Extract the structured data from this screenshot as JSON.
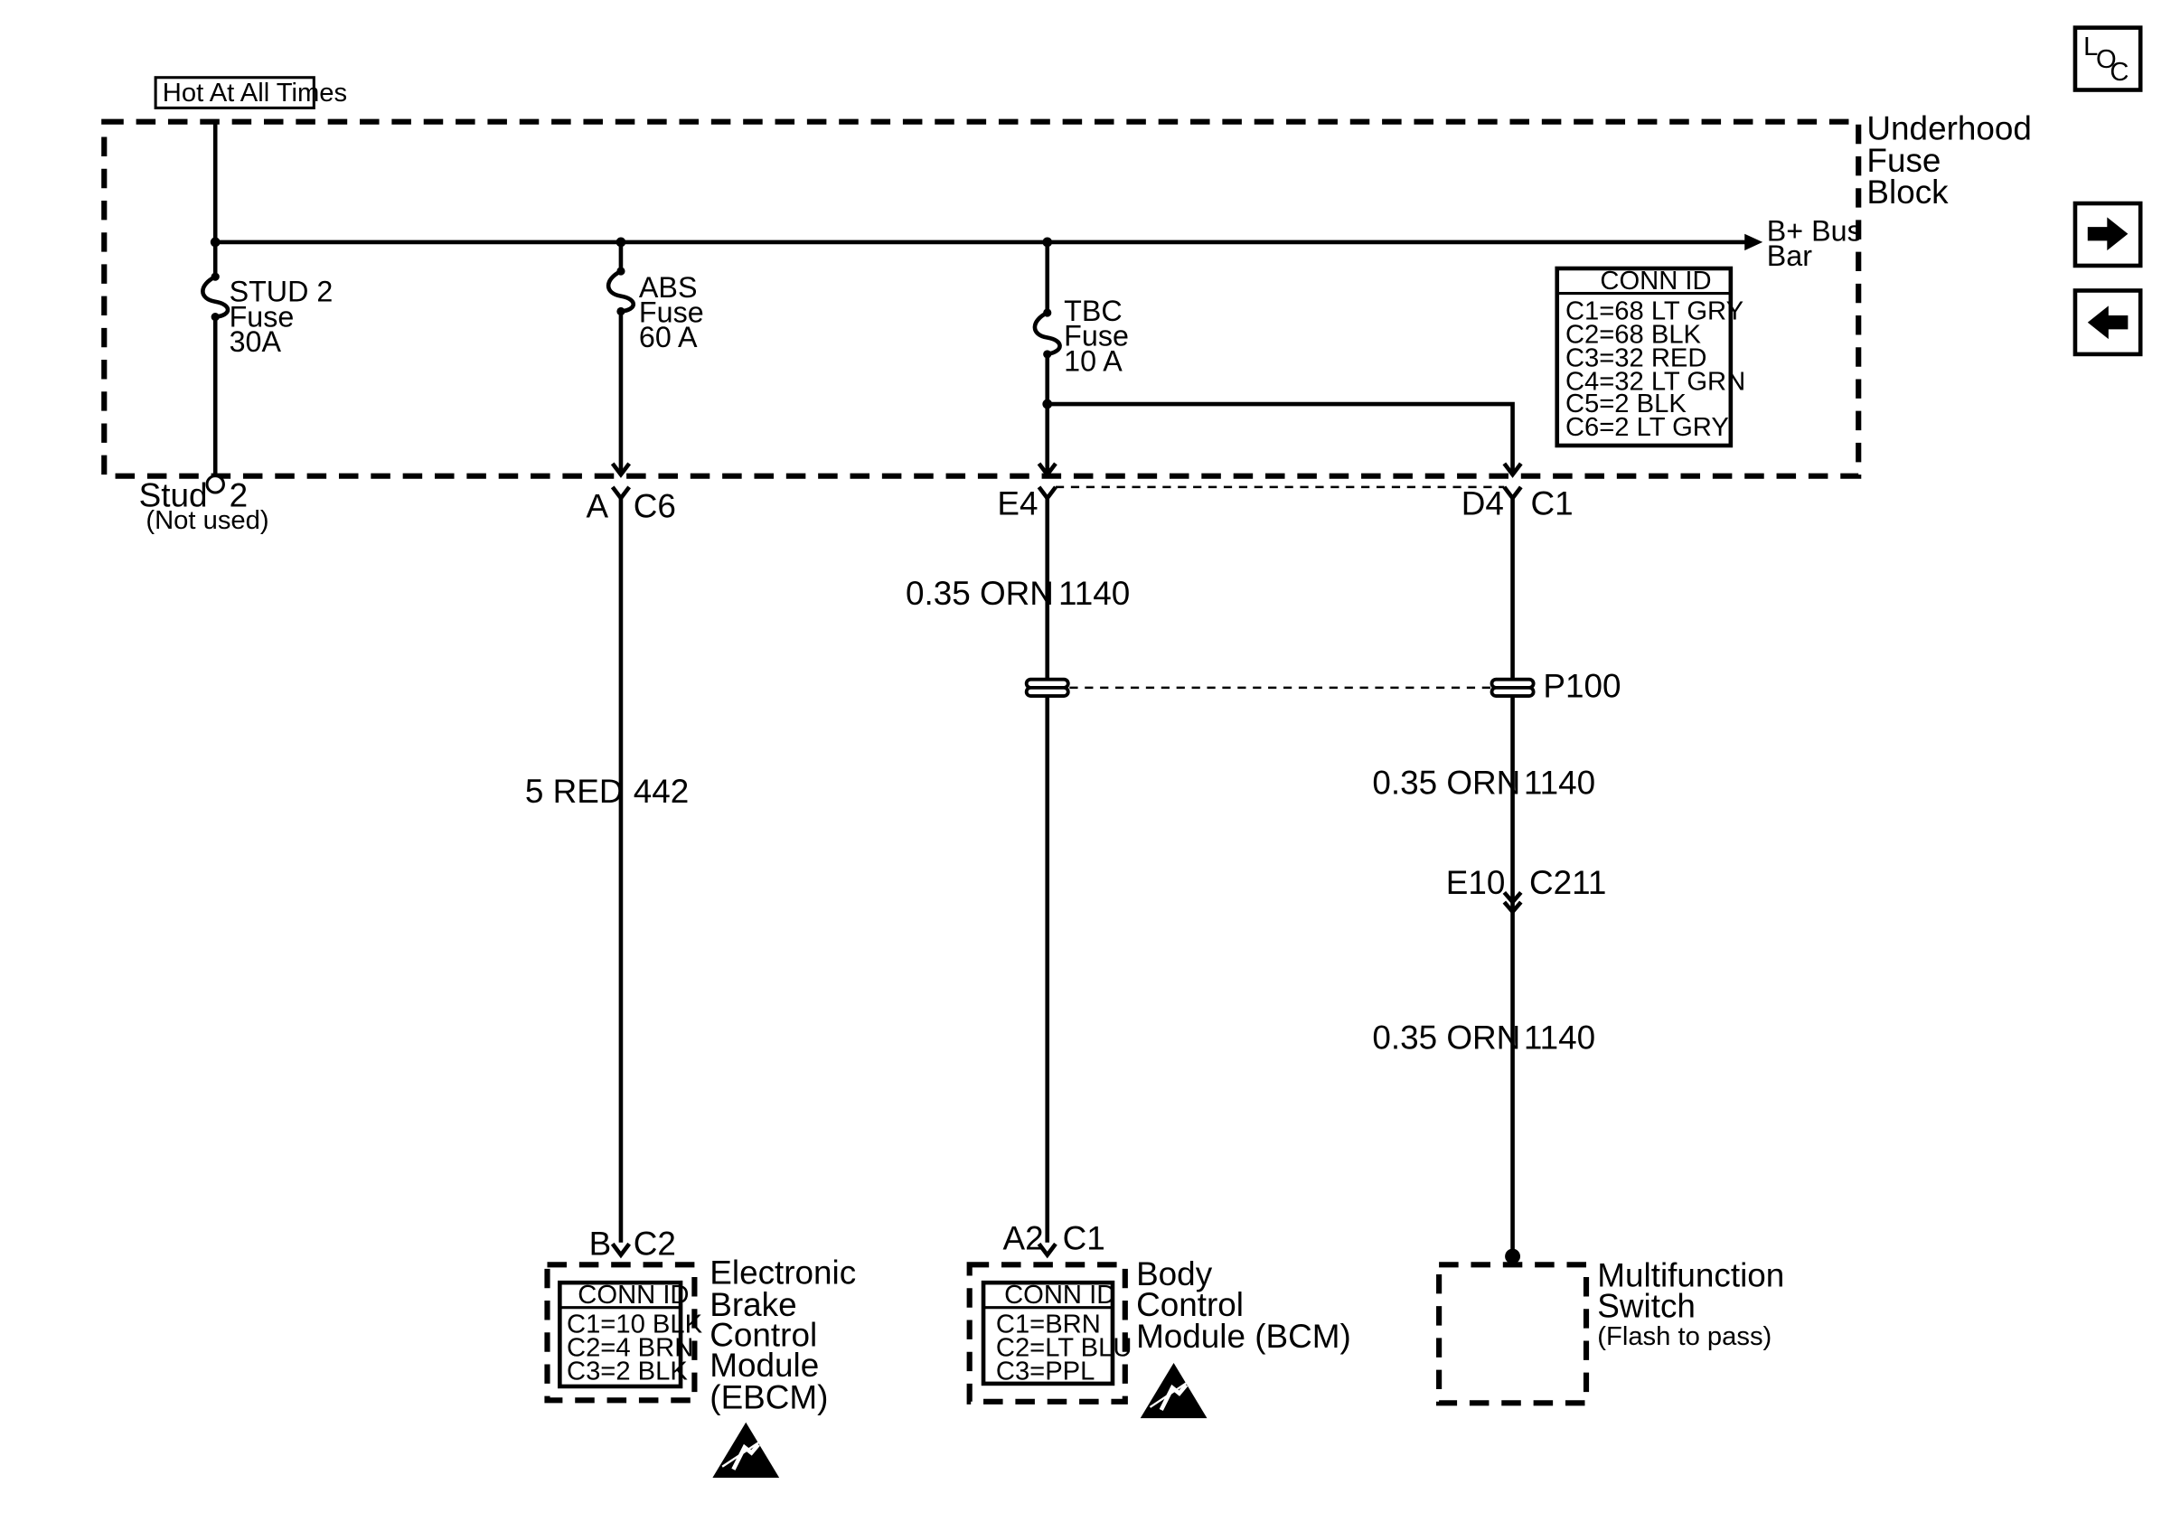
{
  "power_label": "Hot At All Times",
  "fuse_block": {
    "label_line1": "Underhood",
    "label_line2": "Fuse",
    "label_line3": "Block"
  },
  "bus_bar": {
    "line1": "B+ Bus",
    "line2": "Bar"
  },
  "fuses": [
    {
      "line1": "STUD 2",
      "line2": "Fuse",
      "line3": "30A"
    },
    {
      "line1": "ABS",
      "line2": "Fuse",
      "line3": "60 A"
    },
    {
      "line1": "TBC",
      "line2": "Fuse",
      "line3": "10 A"
    }
  ],
  "fuse_block_conn": {
    "title": "CONN ID",
    "rows": [
      "C1=68 LT GRY",
      "C2=68 BLK",
      "C3=32 RED",
      "C4=32 LT GRN",
      "C5=2 BLK",
      "C6=2 LT GRY"
    ]
  },
  "stud": {
    "label": "Stud",
    "number": "2",
    "note": "(Not used)"
  },
  "connectors": {
    "abs_out": {
      "pin": "A",
      "conn": "C6"
    },
    "tbc_out": {
      "pin": "E4",
      "conn": ""
    },
    "c1_out": {
      "pin": "D4",
      "conn": "C1"
    },
    "inline": {
      "label": "P100"
    },
    "c211": {
      "pin": "E10",
      "conn": "C211"
    },
    "ebcm_in": {
      "pin": "B",
      "conn": "C2"
    },
    "bcm_in": {
      "pin": "A2",
      "conn": "C1"
    }
  },
  "wires": {
    "abs": {
      "gauge": "5 RED",
      "circuit": "442"
    },
    "bcm": {
      "gauge": "0.35 ORN",
      "circuit": "1140"
    },
    "mfs_upper": {
      "gauge": "0.35 ORN",
      "circuit": "1140"
    },
    "mfs_lower": {
      "gauge": "0.35 ORN",
      "circuit": "1140"
    }
  },
  "ebcm": {
    "line1": "Electronic",
    "line2": "Brake",
    "line3": "Control",
    "line4": "Module",
    "line5": "(EBCM)",
    "conn_title": "CONN ID",
    "conn_rows": [
      "C1=10 BLK",
      "C2=4 BRN",
      "C3=2 BLK"
    ]
  },
  "bcm": {
    "line1": "Body",
    "line2": "Control",
    "line3": "Module (BCM)",
    "conn_title": "CONN ID",
    "conn_rows": [
      "C1=BRN",
      "C2=LT BLU",
      "C3=PPL"
    ]
  },
  "mfs": {
    "line1": "Multifunction",
    "line2": "Switch",
    "note": "(Flash to pass)"
  },
  "nav": {
    "loc_letters": [
      "L",
      "O",
      "C"
    ],
    "next_icon": "arrow-right-icon",
    "prev_icon": "arrow-left-icon"
  }
}
